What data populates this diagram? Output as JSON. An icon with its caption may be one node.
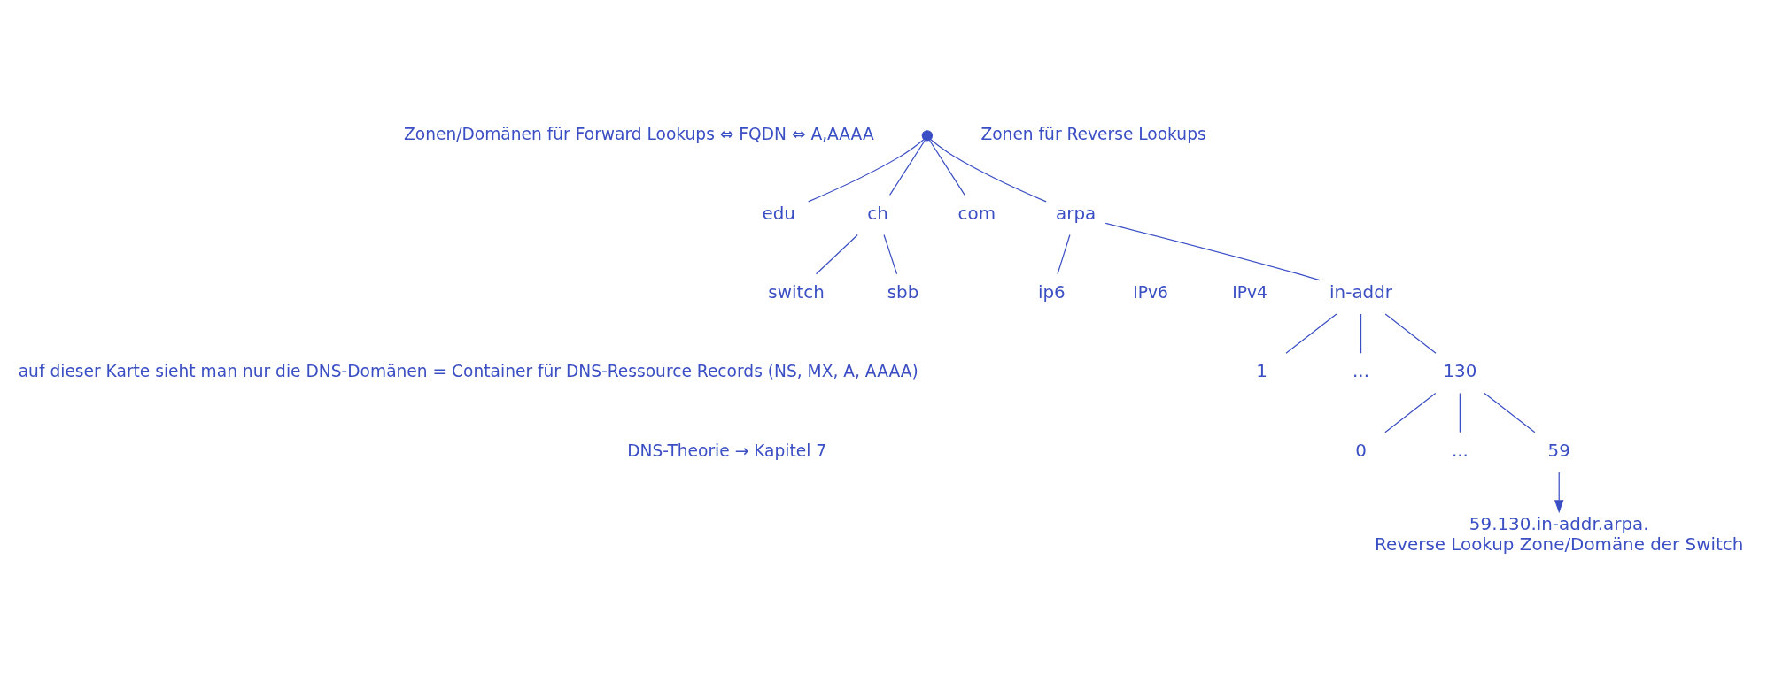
{
  "diagram": {
    "nodes": [
      {
        "text": [],
        "shape": "circle"
      },
      {
        "text": [
          "edu"
        ]
      },
      {
        "text": [
          "ch"
        ]
      },
      {
        "text": [
          "com"
        ]
      },
      {
        "text": [
          "switch"
        ]
      },
      {
        "text": [
          "sbb"
        ]
      },
      {
        "text": [
          "arpa"
        ]
      },
      {
        "text": [
          "in-addr"
        ]
      },
      {
        "text": [
          "ip6"
        ]
      },
      {
        "text": [
          "1"
        ]
      },
      {
        "text": [
          "..."
        ]
      },
      {
        "text": [
          "130"
        ]
      },
      {
        "text": [
          "0"
        ]
      },
      {
        "text": [
          "..."
        ]
      },
      {
        "text": [
          "59"
        ]
      },
      {
        "text": [
          "59.130.in-addr.arpa.",
          "Reverse Lookup Zone/Domäne der Switch"
        ]
      }
    ],
    "edges": [
      {
        "from": 0,
        "to": 1,
        "arrow": "none"
      },
      {
        "from": 0,
        "to": 2,
        "arrow": "none"
      },
      {
        "from": 0,
        "to": 3,
        "arrow": "none"
      },
      {
        "from": 2,
        "to": 4,
        "arrow": "none"
      },
      {
        "from": 2,
        "to": 5,
        "arrow": "none"
      },
      {
        "from": 0,
        "to": 6,
        "arrow": "none"
      },
      {
        "from": 6,
        "to": 7,
        "arrow": "none"
      },
      {
        "from": 6,
        "to": 8,
        "arrow": "none"
      },
      {
        "from": 7,
        "to": 9,
        "arrow": "none"
      },
      {
        "from": 7,
        "to": 10,
        "arrow": "none"
      },
      {
        "from": 7,
        "to": 11,
        "arrow": "none"
      },
      {
        "from": 11,
        "to": 12,
        "arrow": "none"
      },
      {
        "from": 11,
        "to": 13,
        "arrow": "none"
      },
      {
        "from": 11,
        "to": 14,
        "arrow": "none"
      },
      {
        "from": 14,
        "to": 15,
        "arrow": "to"
      }
    ],
    "labels": [
      "Zonen/Domänen für Forward Lookups ⇔ FQDN ⇔ A,AAAA",
      "Zonen für Reverse Lookups",
      "IPv4",
      "IPv6",
      "auf dieser Karte sieht man nur die DNS-Domänen = Container für DNS-Ressource Records (NS, MX, A, AAAA)",
      "DNS-Theorie → Kapitel 7"
    ]
  }
}
